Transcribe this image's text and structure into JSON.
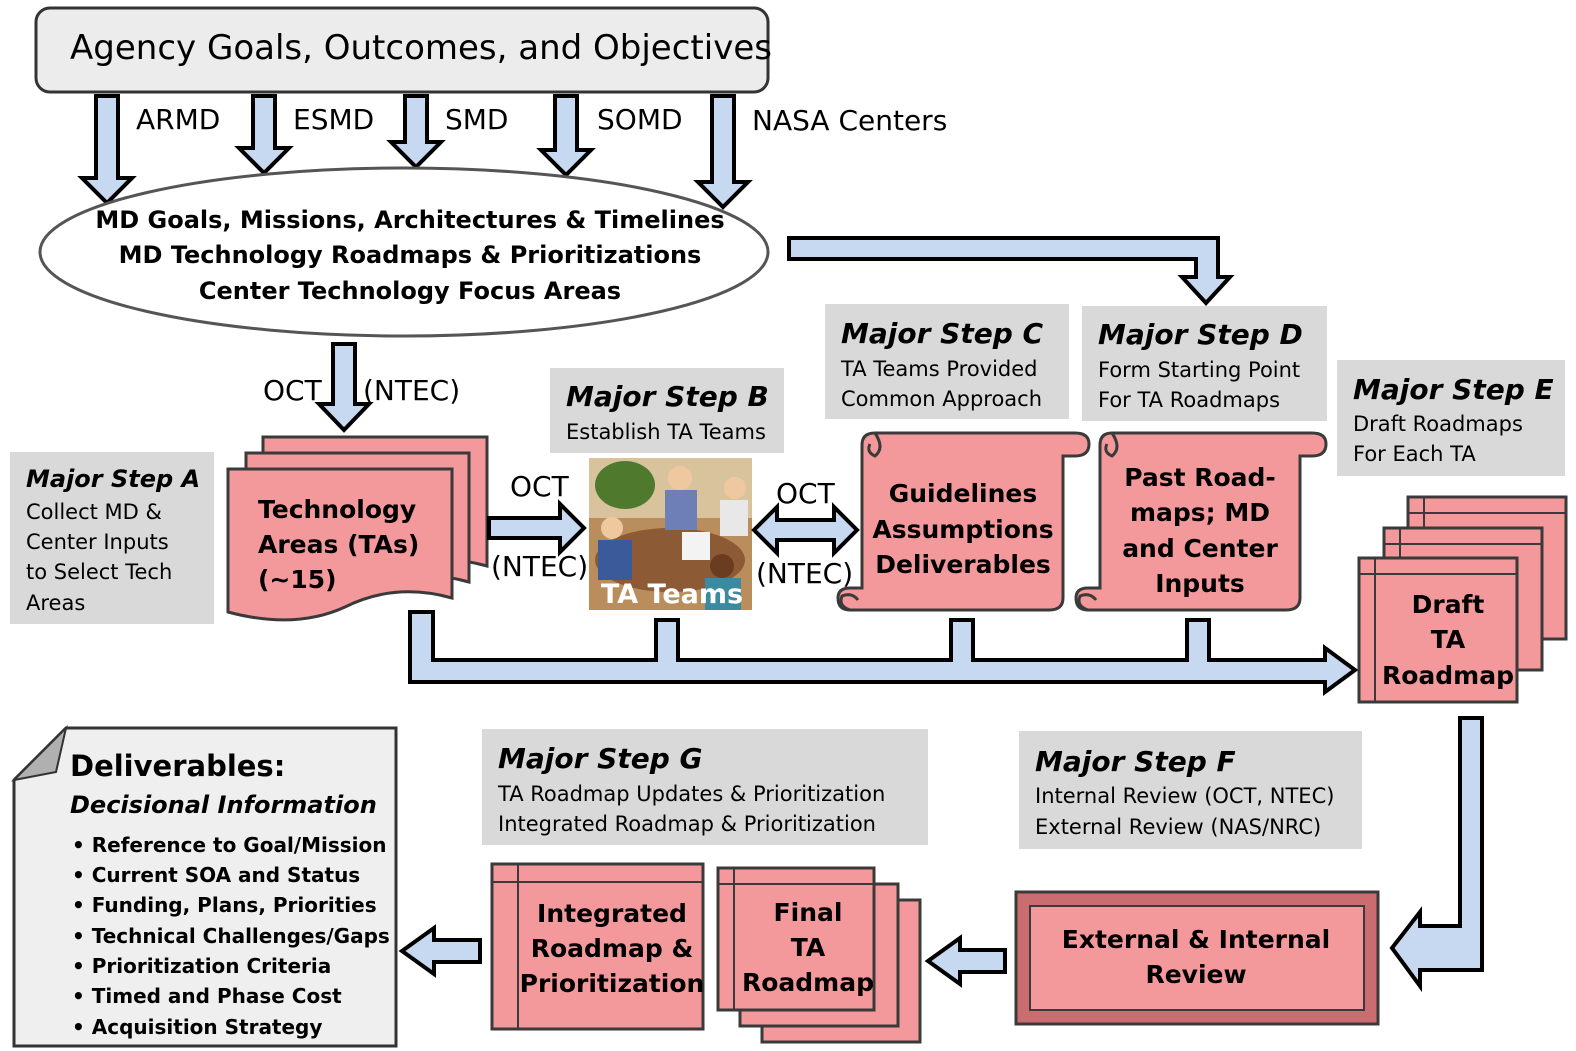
{
  "top_box": {
    "title": "Agency Goals, Outcomes, and Objectives"
  },
  "top_arrows": [
    "ARMD",
    "ESMD",
    "SMD",
    "SOMD",
    "NASA Centers"
  ],
  "ellipse": {
    "line1": "MD Goals, Missions, Architectures & Timelines",
    "line2": "MD Technology Roadmaps & Prioritizations",
    "line3": "Center Technology Focus Areas"
  },
  "ellipse_down_arrow": {
    "left": "OCT",
    "right": "(NTEC)"
  },
  "steps": {
    "a": {
      "title": "Major Step A",
      "lines": [
        "Collect MD &",
        "Center Inputs",
        "to Select Tech",
        "Areas"
      ]
    },
    "b": {
      "title": "Major Step B",
      "lines": [
        "Establish TA Teams"
      ]
    },
    "c": {
      "title": "Major Step C",
      "lines": [
        "TA Teams Provided",
        "Common Approach"
      ]
    },
    "d": {
      "title": "Major Step D",
      "lines": [
        "Form Starting Point",
        "For TA Roadmaps"
      ]
    },
    "e": {
      "title": "Major Step E",
      "lines": [
        "Draft Roadmaps",
        "For Each TA"
      ]
    },
    "f": {
      "title": "Major Step F",
      "lines": [
        "Internal Review (OCT, NTEC)",
        "External Review (NAS/NRC)"
      ]
    },
    "g": {
      "title": "Major Step G",
      "lines": [
        "TA Roadmap Updates & Prioritization",
        "Integrated Roadmap & Prioritization"
      ]
    }
  },
  "tech_areas": {
    "lines": [
      "Technology",
      "Areas  (TAs)",
      "(~15)"
    ]
  },
  "arrow_labels": {
    "oct1": "OCT",
    "ntec1": "(NTEC)",
    "oct2": "OCT",
    "ntec2": "(NTEC)"
  },
  "ta_teams": {
    "label": "TA Teams"
  },
  "scroll_guidelines": {
    "lines": [
      "Guidelines",
      "Assumptions",
      "Deliverables"
    ]
  },
  "scroll_past": {
    "lines": [
      "Past Road-",
      "maps;  MD",
      "and Center",
      "Inputs"
    ]
  },
  "draft_roadmap": {
    "lines": [
      "Draft",
      "TA",
      "Roadmap"
    ]
  },
  "review_box": {
    "lines": [
      "External & Internal",
      "Review"
    ]
  },
  "final_roadmap": {
    "lines": [
      "Final",
      "TA",
      "Roadmap"
    ]
  },
  "integrated": {
    "lines": [
      "Integrated",
      "Roadmap &",
      "Prioritization"
    ]
  },
  "deliverables": {
    "title": "Deliverables:",
    "subtitle": "Decisional Information",
    "items": [
      "Reference to Goal/Mission",
      "Current SOA and Status",
      "Funding, Plans, Priorities",
      "Technical Challenges/Gaps",
      "Prioritization Criteria",
      "Timed and Phase Cost",
      "Acquisition Strategy"
    ]
  },
  "colors": {
    "arrow_fill": "#c6d9f1",
    "pink": "#f4999b",
    "gray_box": "#d9d9d9"
  }
}
